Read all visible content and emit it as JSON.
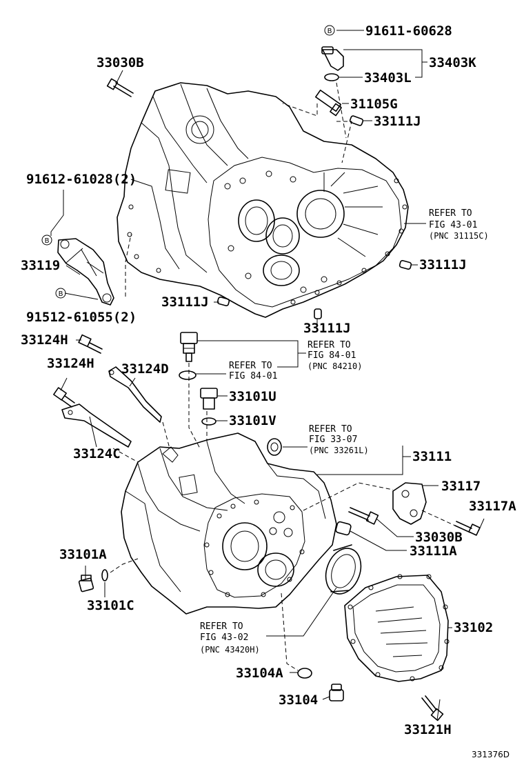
{
  "part_labels": {
    "p91611_60628": "91611-60628",
    "p33403K": "33403K",
    "p33403L": "33403L",
    "p33030B_top": "33030B",
    "p31105G": "31105G",
    "p33111J_a": "33111J",
    "p91612_61028": "91612-61028(2)",
    "p33119": "33119",
    "p91512_61055": "91512-61055(2)",
    "p33111J_b": "33111J",
    "p33111J_c": "33111J",
    "p33111J_d": "33111J",
    "p33124H_a": "33124H",
    "p33124H_b": "33124H",
    "p33124D": "33124D",
    "p33124C": "33124C",
    "p33101U": "33101U",
    "p33101V": "33101V",
    "p33111": "33111",
    "p33117": "33117",
    "p33117A": "33117A",
    "p33030B_bottom": "33030B",
    "p33111A": "33111A",
    "p33101A": "33101A",
    "p33101C": "33101C",
    "p33102": "33102",
    "p33104A": "33104A",
    "p33104": "33104",
    "p33121H": "33121H"
  },
  "references": {
    "ref43_01": {
      "line1": "REFER TO",
      "line2": "FIG 43-01",
      "line3": "(PNC 31115C)"
    },
    "ref84_01_a": {
      "line1": "REFER TO",
      "line2": "FIG 84-01",
      "line3": "(PNC 84210)"
    },
    "ref84_01_b": {
      "line1": "REFER TO",
      "line2": "FIG 84-01"
    },
    "ref33_07": {
      "line1": "REFER TO",
      "line2": "FIG 33-07",
      "line3": "(PNC 33261L)"
    },
    "ref43_02": {
      "line1": "REFER TO",
      "line2": "FIG 43-02",
      "line3": "(PNC 43420H)"
    }
  },
  "markers": {
    "b_marker": "B"
  },
  "diagram_code": "331376D"
}
